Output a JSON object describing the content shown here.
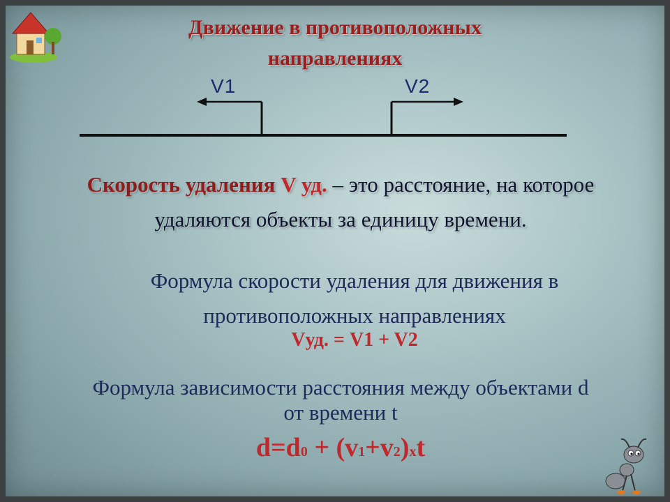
{
  "title": {
    "line1": "Движение в противоположных",
    "line2": "направлениях"
  },
  "diagram": {
    "label_v1": "V1",
    "label_v2": "V2"
  },
  "definition": {
    "term": "Скорость удаления",
    "symbol": "V уд.",
    "line1_rest": " – это расстояние, на которое",
    "line2": "удаляются объекты за единицу времени."
  },
  "formula_speed": {
    "line1": "Формула скорости удаления для  движения  в",
    "line2": "противоположных     направлениях",
    "formula": "Vуд. = V1 + V2"
  },
  "formula_distance": {
    "line1": "Формула зависимости расстояния между объектами d",
    "line2": "от времени t",
    "f_d": "d=d",
    "f_0": "0",
    "f_plus": " + (v",
    "f_1": "1",
    "f_plus2": "+v",
    "f_2": "2",
    "f_close": ")",
    "f_x": "x",
    "f_t": "t"
  },
  "colors": {
    "title": "#9c1f1f",
    "accent_red": "#c0282c",
    "text_dark": "#1d2a5a"
  },
  "icons": [
    "house-icon",
    "ant-icon"
  ]
}
